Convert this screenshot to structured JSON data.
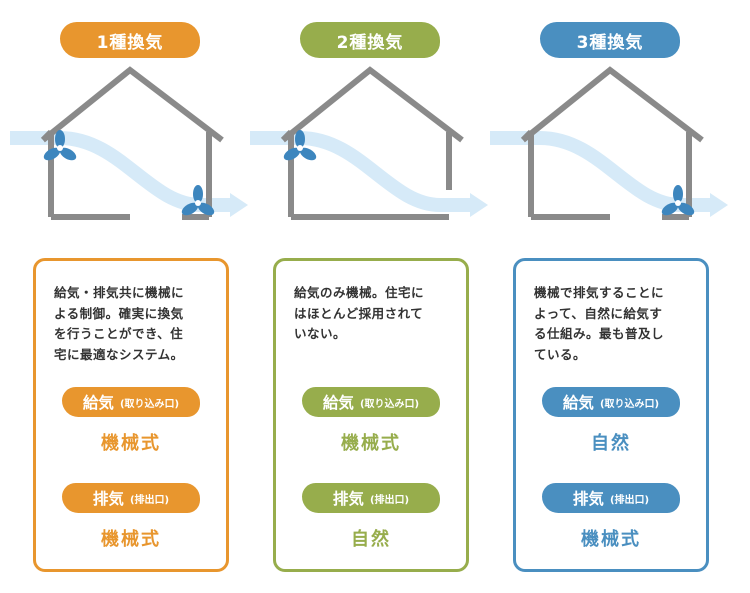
{
  "colors": {
    "orange": "#E8962E",
    "green": "#97AD4C",
    "blue": "#4A8FC0",
    "house": "#8A8A8A",
    "air": "#D6EAF8"
  },
  "types": [
    {
      "title": "1種換気",
      "color": "#E8962E",
      "description_lines": [
        "給気・排気共に機械に",
        "よる制御。確実に換気",
        "を行うことができ、住",
        "宅に最適なシステム。"
      ],
      "supply": {
        "label": "給気",
        "sub": "(取り込み口)",
        "value": "機械式"
      },
      "exhaust": {
        "label": "排気",
        "sub": "(排出口)",
        "value": "機械式"
      },
      "fans": [
        "supply-fan",
        "exhaust-fan"
      ]
    },
    {
      "title": "2種換気",
      "color": "#97AD4C",
      "description_lines": [
        "給気のみ機械。住宅に",
        "はほとんど採用されて",
        "いない。"
      ],
      "supply": {
        "label": "給気",
        "sub": "(取り込み口)",
        "value": "機械式"
      },
      "exhaust": {
        "label": "排気",
        "sub": "(排出口)",
        "value": "自然"
      },
      "fans": [
        "supply-fan"
      ]
    },
    {
      "title": "3種換気",
      "color": "#4A8FC0",
      "description_lines": [
        "機械で排気することに",
        "よって、自然に給気す",
        "る仕組み。最も普及し",
        "ている。"
      ],
      "supply": {
        "label": "給気",
        "sub": "(取り込み口)",
        "value": "自然"
      },
      "exhaust": {
        "label": "排気",
        "sub": "(排出口)",
        "value": "機械式"
      },
      "fans": [
        "exhaust-fan"
      ]
    }
  ]
}
